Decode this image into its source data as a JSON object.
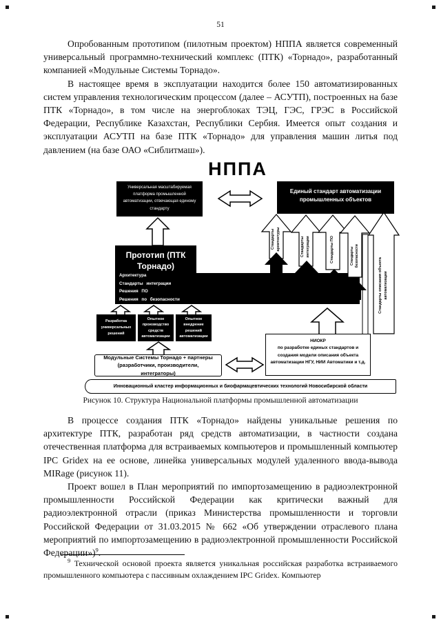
{
  "page": {
    "number": "51"
  },
  "paragraphs": {
    "p1": "Опробованным прототипом (пилотным проектом) НППА является современный универсальный программно-технический комплекс (ПТК) «Торнадо», разработанный компанией «Модульные Системы Торнадо».",
    "p2": "В настоящее время в эксплуатации находится более 150 автоматизированных систем управления технологическим процессом (далее – АСУТП), построенных на базе ПТК «Торнадо», в том числе на энергоблоках ТЭЦ, ГЭС, ГРЭС в Российской Федерации, Республике Казахстан, Республики Сербия. Имеется опыт создания и эксплуатации АСУТП на базе ПТК «Торнадо» для управления машин литья под давлением (на базе ОАО «Сиблитмаш»).",
    "p3": "В процессе создания ПТК «Торнадо» найдены уникальные решения по архитектуре ПТК, разработан ряд средств автоматизации, в частности создана отечественная платформа для встраиваемых компьютеров и промышленный компьютер IPC Gridex на ее основе, линейка универсальных модулей удаленного ввода-вывода MIRage (рисунок 11).",
    "p4": "Проект вошел в План мероприятий по импортозамещению в радиоэлектронной промышленности Российской Федерации как критически важный для радиоэлектронной отрасли (приказ Министерства промышленности и торговли Российской Федерации от 31.03.2015 № 662 «Об утверждении отраслевого плана мероприятий по импортозамещению в радиоэлектронной промышленности Российской Федерации»)",
    "p4_ref": "9",
    "p4_suffix": "."
  },
  "figure": {
    "title": "НППА",
    "caption": "Рисунок 10. Структура Национальной платформы промышленной автоматизации",
    "left_box": "Универсальная масштабируемая платформа промышленной автоматизации, отвечающая единому стандарту",
    "right_box": "Единый стандарт автоматизации промышленных объектов",
    "prototype_title": "Прототип (ПТК Торнадо)",
    "prototype_items": [
      "Архитектура",
      "Стандарты интеграции",
      "Решения ПО",
      "Решения по безопасности"
    ],
    "standard_arrows": [
      "Стандарты архитектуры",
      "Стандарты интеграции",
      "Стандарты ПО",
      "Стандарты безопасности"
    ],
    "tall_arrow": "Стандарты описания объекта автоматизации",
    "small_boxes": [
      "Разработка универсальных решений",
      "Опытное производство средств автоматизации",
      "Опытное внедрение решений автоматизации"
    ],
    "modular_box": "Модульные Системы Торнадо + партнеры (разработчики, производители, интеграторы)",
    "niokr_title": "НИОКР",
    "niokr_text": "по разработке единых стандартов и создания модели описания объекта автоматизации НГУ, НИИ Автоматики и т.д.",
    "cluster_bar": "Инновационный кластер информационных и биофармацевтических технологий Новосибирской области"
  },
  "footnote": {
    "marker": "9",
    "text": "Технической основой проекта является уникальная российская разработка встраиваемого промышленного компьютера с пассивным охлаждением IPC Gridex. Компьютер"
  },
  "colors": {
    "box_bg": "#000000",
    "box_text": "#ffffff",
    "body_text": "#111111"
  }
}
